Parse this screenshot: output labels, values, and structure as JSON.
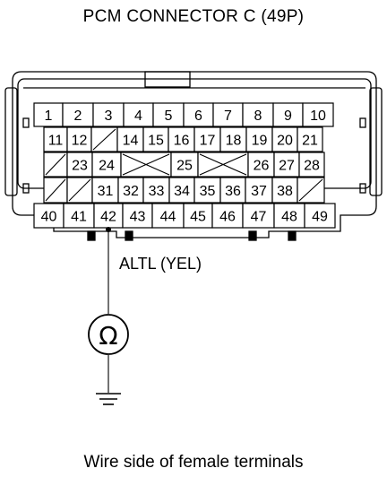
{
  "title": "PCM CONNECTOR C (49P)",
  "footer": "Wire side of female terminals",
  "wire_label": "ALTL (YEL)",
  "meter_symbol": "Ω",
  "meter_icon": "ohmmeter-icon",
  "ground_icon": "ground-icon",
  "probe_pin": "42",
  "rows": [
    [
      "1",
      "2",
      "3",
      "4",
      "5",
      "6",
      "7",
      "8",
      "9",
      "10"
    ],
    [
      "11",
      "12",
      "",
      "14",
      "15",
      "16",
      "17",
      "18",
      "19",
      "20",
      "21"
    ],
    [
      "",
      "23",
      "24",
      "",
      "25",
      "",
      "26",
      "27",
      "28"
    ],
    [
      "",
      "",
      "31",
      "32",
      "33",
      "34",
      "35",
      "36",
      "37",
      "38",
      ""
    ],
    [
      "40",
      "41",
      "42",
      "43",
      "44",
      "45",
      "46",
      "47",
      "48",
      "49"
    ]
  ]
}
